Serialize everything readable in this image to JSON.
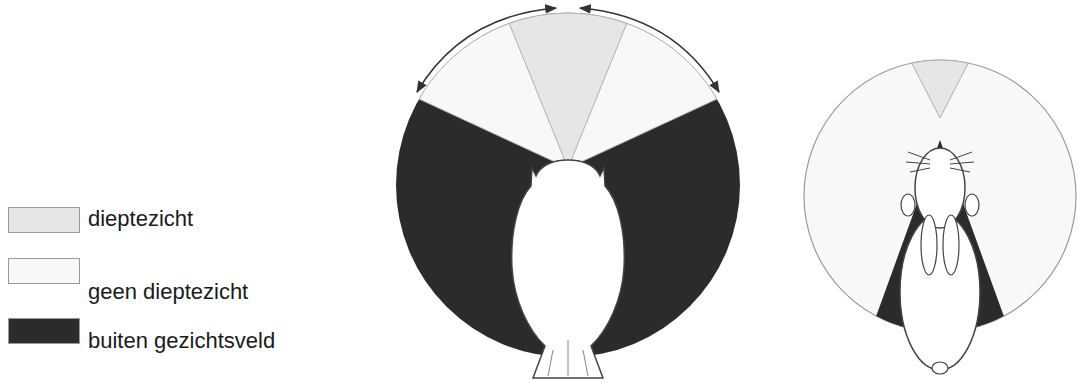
{
  "diagram": {
    "legend": [
      {
        "text": "dieptezicht",
        "color": "#e6e6e6"
      },
      {
        "text": "geen dieptezicht",
        "color": "#f8f8f8"
      },
      {
        "text": "buiten gezichtsveld",
        "color": "#2b2b2b"
      }
    ]
  }
}
